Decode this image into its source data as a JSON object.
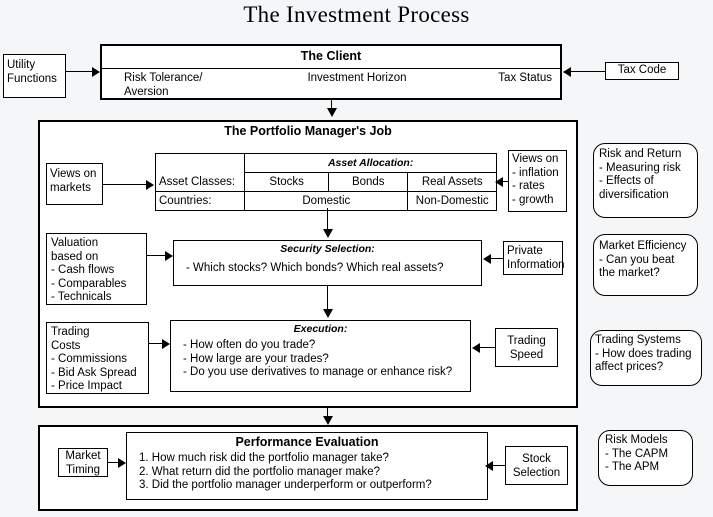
{
  "title": "The Investment Process",
  "client": {
    "heading": "The Client",
    "items": [
      "Risk Tolerance/ Aversion",
      "Investment Horizon",
      "Tax Status"
    ],
    "risk_line1": "Risk Tolerance/",
    "risk_line2": "Aversion",
    "horizon": "Investment Horizon",
    "tax": "Tax Status"
  },
  "inputs": {
    "utility": "Utility\nFunctions",
    "utility_l1": "Utility",
    "utility_l2": "Functions",
    "tax_code": "Tax Code"
  },
  "pm": {
    "heading": "The Portfolio Manager's Job",
    "allocation": {
      "caption": "Asset Allocation:",
      "rows": [
        {
          "label": "Asset Classes:",
          "cells": [
            "Stocks",
            "Bonds",
            "Real Assets"
          ]
        },
        {
          "label": "Countries:",
          "cells": [
            "Domestic",
            "Non-Domestic"
          ]
        }
      ]
    },
    "views_markets": {
      "l1": "Views on",
      "l2": "markets"
    },
    "views_on": {
      "heading": "Views on",
      "items": [
        "- inflation",
        "- rates",
        "- growth"
      ]
    },
    "valuation": {
      "l1": "Valuation",
      "l2": "based on",
      "items": [
        "- Cash flows",
        "- Comparables",
        "- Technicals"
      ]
    },
    "security": {
      "caption": "Security Selection:",
      "line": "- Which stocks? Which bonds? Which real assets?"
    },
    "private_info": {
      "l1": "Private",
      "l2": "Information"
    },
    "trading_costs": {
      "l1": "Trading",
      "l2": "Costs",
      "items": [
        "- Commissions",
        "- Bid Ask Spread",
        "- Price Impact"
      ]
    },
    "execution": {
      "caption": "Execution:",
      "items": [
        "- How often do you trade?",
        "- How large are your trades?",
        "- Do you use derivatives to manage or enhance risk?"
      ]
    },
    "trading_speed": {
      "l1": "Trading",
      "l2": "Speed"
    }
  },
  "performance": {
    "heading": "Performance Evaluation",
    "items": [
      "1. How much risk did the portfolio manager take?",
      "2. What return did the portfolio manager make?",
      "3. Did the portfolio manager underperform or outperform?"
    ],
    "market_timing": {
      "l1": "Market",
      "l2": "Timing"
    },
    "stock_selection": {
      "l1": "Stock",
      "l2": "Selection"
    }
  },
  "topics": [
    {
      "heading": "Risk and Return",
      "items": [
        "- Measuring risk",
        "- Effects of",
        "diversification"
      ]
    },
    {
      "heading": "Market Efficiency",
      "items": [
        "- Can you beat",
        "the market?"
      ]
    },
    {
      "heading": "Trading Systems",
      "items": [
        "- How does trading",
        "affect prices?"
      ]
    },
    {
      "heading": "Risk Models",
      "items": [
        "- The CAPM",
        "- The APM"
      ]
    }
  ],
  "colors": {
    "ink": "#000000",
    "paper": "#ffffff",
    "backdrop": "#f4f6f8"
  }
}
